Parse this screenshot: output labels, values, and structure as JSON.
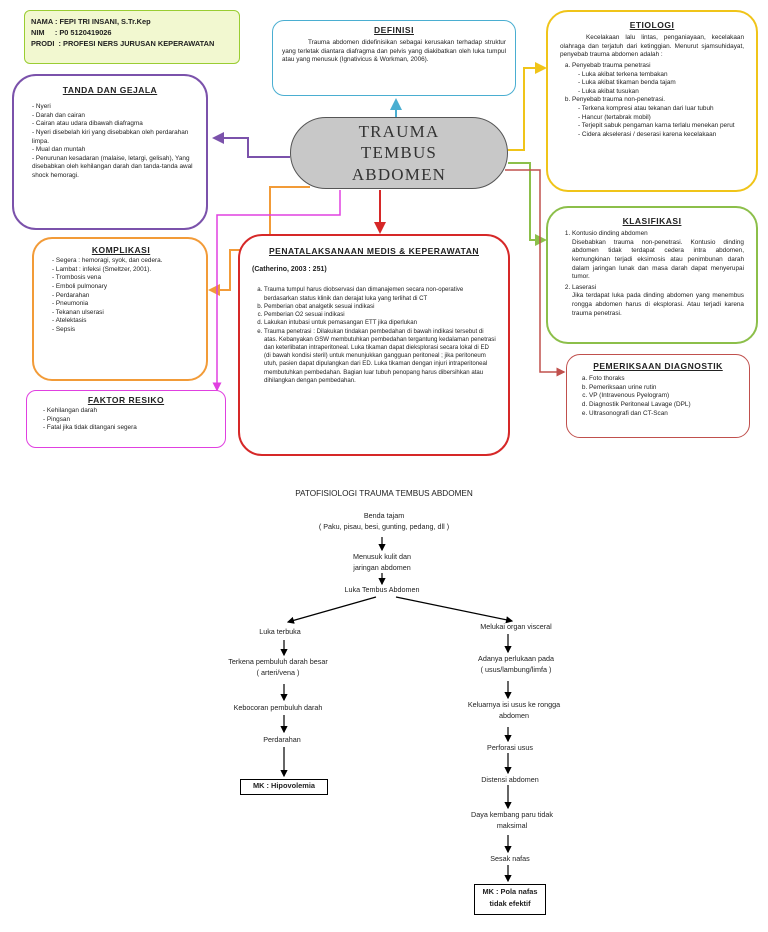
{
  "identity": {
    "lines": [
      "NAMA : FEPI TRI INSANI, S.Tr.Kep",
      "NIM     : P0 5120419026",
      "PRODI  : PROFESI NERS JURUSAN KEPERAWATAN"
    ]
  },
  "central": {
    "title": "TRAUMA TEMBUS ABDOMEN"
  },
  "definisi": {
    "title": "DEFINISI",
    "text": "Trauma abdomen didefinisikan sebagai kerusakan terhadap struktur yang terletak diantara diafragma dan pelvis yang diakibatkan oleh luka tumpul atau yang menusuk (Ignativicus & Workman, 2006)."
  },
  "etiologi": {
    "title": "ETIOLOGI",
    "intro": "Kecelakaan lalu lintas, penganiayaan, kecelakaan olahraga dan terjatuh dari ketinggian. Menurut sjamsuhidayat, penyebab trauma abdomen adalah :",
    "groups": [
      {
        "label": "Penyebab trauma penetrasi",
        "items": [
          "Luka akibat terkena tembakan",
          "Luka akibat tikaman benda tajam",
          "Luka akibat tusukan"
        ]
      },
      {
        "label": "Penyebab trauma non-penetrasi.",
        "items": [
          "Terkena kompresi atau tekanan dari luar tubuh",
          "Hancur (tertabrak mobil)",
          "Terjepit sabuk pengaman karna terlalu menekan perut",
          "Cidera akselerasi / deserasi karena kecelakaan"
        ]
      }
    ]
  },
  "tanda": {
    "title": "TANDA DAN GEJALA",
    "items": [
      "Nyeri",
      "Darah dan cairan",
      "Cairan atau udara dibawah diafragma",
      "Nyeri disebelah kiri yang disebabkan oleh perdarahan limpa.",
      "Mual dan muntah",
      "Penurunan kesadaran (malaise, letargi, gelisah), Yang disebabkan oleh kehilangan darah dan tanda-tanda awal shock hemoragi."
    ]
  },
  "klasifikasi": {
    "title": "KLASIFIKASI",
    "items": [
      {
        "label": "Kontusio dinding abdomen",
        "text": "Disebabkan trauma non-penetrasi. Kontusio dinding abdomen tidak terdapat cedera intra abdomen, kemungkinan terjadi eksimosis atau penimbunan darah dalam jaringan lunak dan masa darah dapat menyerupai tumor."
      },
      {
        "label": "Laserasi",
        "text": "Jika terdapat luka pada dinding abdomen yang menembus rongga abdomen harus di eksplorasi. Atau terjadi karena trauma penetrasi."
      }
    ]
  },
  "komplikasi": {
    "title": "KOMPLIKASI",
    "items": [
      "Segera : hemoragi, syok, dan cedera.",
      "Lambat : infeksi (Smeltzer, 2001).",
      "Trombosis vena",
      "Emboli pulmonary",
      "Perdarahan",
      "Pneumonia",
      "Tekanan ulserasi",
      "Atelektasis",
      "Sepsis"
    ]
  },
  "penatalaksanaan": {
    "title": "PENATALAKSANAAN MEDIS & KEPERAWATAN",
    "source": "(Catherino, 2003 : 251)",
    "items": [
      "Trauma tumpul harus diobservasi dan dimanajemen secara non-operative berdasarkan status klinik dan derajat luka yang terlihat di CT",
      "Pemberian obat analgetik sesuai indikasi",
      "Pemberian O2 sesuai indikasi",
      "Lakukan intubasi untuk pemasangan ETT jika diperlukan",
      "Trauma penetrasi : Dilakukan tindakan pembedahan di bawah indikasi tersebut di atas. Kebanyakan GSW membutuhkan pembedahan tergantung kedalaman penetrasi dan keterlibatan intraperitoneal. Luka tikaman dapat dieksplorasi secara lokal di ED (di bawah kondisi steril) untuk menunjukkan gangguan peritoneal ; jika peritoneum utuh, pasien dapat dipulangkan dari ED. Luka tikaman dengan injuri intraperitoneal membutuhkan pembedahan. Bagian luar tubuh penopang harus dibersihkan atau dihilangkan dengan pembedahan."
    ]
  },
  "pemeriksaan": {
    "title": "PEMERIKSAAN DIAGNOSTIK",
    "items": [
      "Foto thoraks",
      "Pemeriksaan urine rutin",
      "VP (Intravenous Pyelogram)",
      "Diagnostik Peritoneal Lavage (DPL)",
      "Ultrasonografi dan CT-Scan"
    ]
  },
  "faktor": {
    "title": "FAKTOR RESIKO",
    "items": [
      "Kehilangan darah",
      "Pingsan",
      "Fatal jika tidak ditangani segera"
    ]
  },
  "patofisiologi": {
    "title": "PATOFISIOLOGI TRAUMA TEMBUS ABDOMEN",
    "top": [
      "Benda tajam",
      "( Paku, pisau, besi, gunting, pedang, dll )"
    ],
    "step2": [
      "Menusuk kulit dan",
      "jaringan abdomen"
    ],
    "step3": "Luka Tembus Abdomen",
    "left": {
      "s1": "Luka terbuka",
      "s2": [
        "Terkena pembuluh darah besar",
        "( arteri/vena )"
      ],
      "s3": "Kebocoran pembuluh darah",
      "s4": "Perdarahan",
      "mk": "MK : Hipovolemia"
    },
    "right": {
      "s1": "Melukai organ visceral",
      "s2": [
        "Adanya perlukaan pada",
        "( usus/lambung/limfa )"
      ],
      "s3": [
        "Keluarnya isi usus ke rongga",
        "abdomen"
      ],
      "s4": "Perforasi usus",
      "s5": "Distensi abdomen",
      "s6": [
        "Daya kembang paru tidak",
        "maksimal"
      ],
      "s7": "Sesak nafas",
      "mk": [
        "MK : Pola nafas",
        "tidak efektif"
      ]
    }
  },
  "colors": {
    "identity_border": "#9acd32",
    "identity_bg": "#f2f8d0",
    "tanda": "#7b52ab",
    "definisi": "#4aaed1",
    "etiologi": "#f0c419",
    "klasifikasi": "#8cbf4a",
    "komplikasi": "#f29b38",
    "penatalaksanaan": "#d62828",
    "pemeriksaan": "#c0504d",
    "faktor": "#e040e0",
    "central_bg": "#c8c8c8"
  }
}
